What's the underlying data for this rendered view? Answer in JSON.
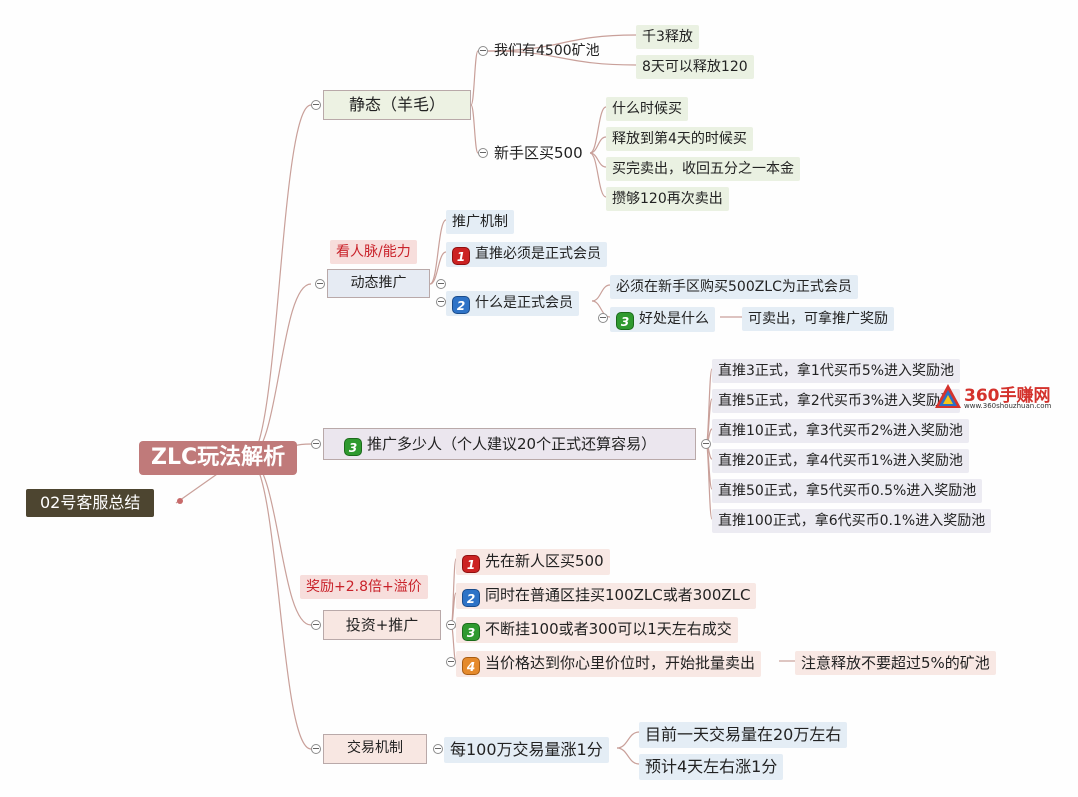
{
  "root": {
    "label": "ZLC玩法解析"
  },
  "float_topic": {
    "label": "02号客服总结"
  },
  "static": {
    "label": "静态（羊毛）",
    "mine": {
      "label": "我们有4500矿池",
      "children": [
        "千3释放",
        "8天可以释放120"
      ]
    },
    "newbie": {
      "label": "新手区买500",
      "children": [
        "什么时候买",
        "释放到第4天的时候买",
        "买完卖出，收回五分之一本金",
        "攒够120再次卖出"
      ]
    }
  },
  "dynamic": {
    "label": "动态推广",
    "tag": "看人脉/能力",
    "mechanism": "推广机制",
    "direct_push": {
      "badge": "1",
      "label": "直推必须是正式会员"
    },
    "what_formal": {
      "badge": "2",
      "label": "什么是正式会员",
      "definition": "必须在新手区购买500ZLC为正式会员",
      "benefit": {
        "badge": "3",
        "label": "好处是什么",
        "answer": "可卖出，可拿推广奖励"
      }
    }
  },
  "promote": {
    "badge": "3",
    "label": "推广多少人（个人建议20个正式还算容易）",
    "tiers": [
      "直推3正式，拿1代买币5%进入奖励池",
      "直推5正式，拿2代买币3%进入奖励池",
      "直推10正式，拿3代买币2%进入奖励池",
      "直推20正式，拿4代买币1%进入奖励池",
      "直推50正式，拿5代买币0.5%进入奖励池",
      "直推100正式，拿6代买币0.1%进入奖励池"
    ]
  },
  "invest": {
    "label": "投资+推广",
    "tag": "奖励+2.8倍+溢价",
    "steps": [
      {
        "badge": "1",
        "label": "先在新人区买500"
      },
      {
        "badge": "2",
        "label": "同时在普通区挂买100ZLC或者300ZLC"
      },
      {
        "badge": "3",
        "label": "不断挂100或者300可以1天左右成交"
      },
      {
        "badge": "4",
        "label": "当价格达到你心里价位时，开始批量卖出"
      }
    ],
    "note": "注意释放不要超过5%的矿池"
  },
  "trade": {
    "label": "交易机制",
    "rule": "每100万交易量涨1分",
    "children": [
      "目前一天交易量在20万左右",
      "预计4天左右涨1分"
    ]
  },
  "watermark": {
    "name": "360手赚网",
    "url": "www.360shouzhuan.com"
  },
  "colors": {
    "root": "#c07a7a",
    "float": "#4d4530",
    "tag_text": "#c9222a",
    "link": "#c9a09a"
  }
}
